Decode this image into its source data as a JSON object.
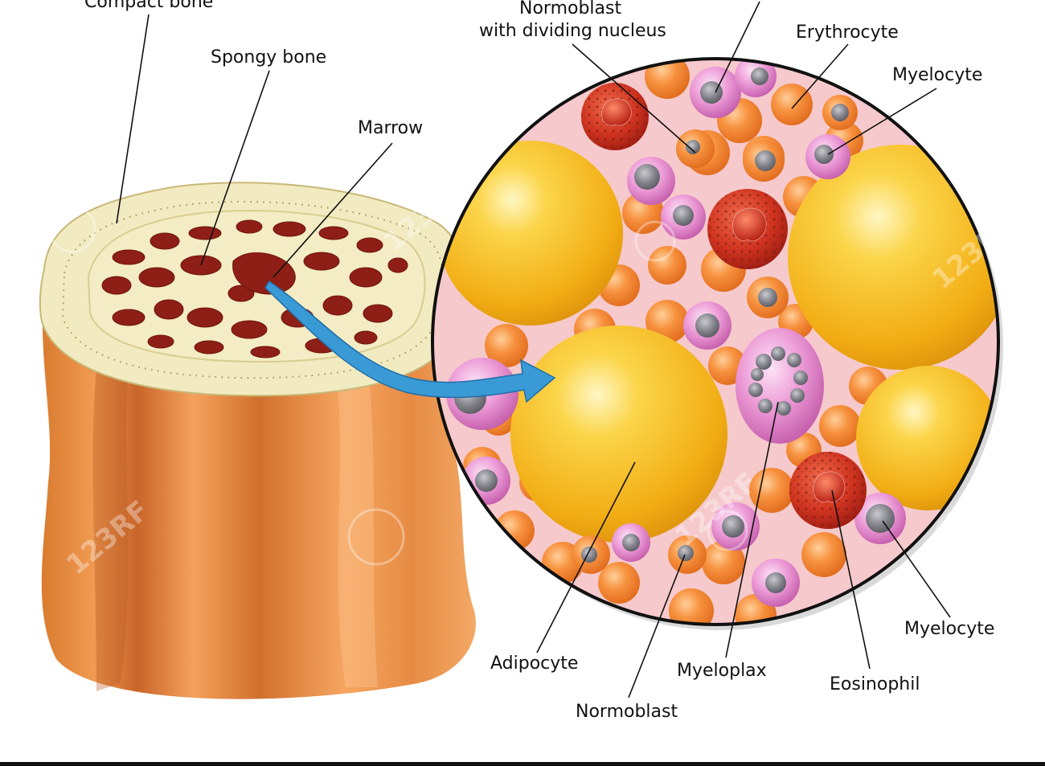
{
  "labels": {
    "compact_bone": "Compact bone",
    "spongy_bone": "Spongy bone",
    "marrow": "Marrow",
    "normoblast_dividing_line1": "Normoblast",
    "normoblast_dividing_line2": "with dividing nucleus",
    "erythrocyte": "Erythrocyte",
    "myelocyte_top": "Myelocyte",
    "myelocyte_bottom": "Myelocyte",
    "adipocyte": "Adipocyte",
    "myeloplax": "Myeloplax",
    "eosinophil": "Eosinophil",
    "normoblast": "Normoblast"
  },
  "watermark": "123RF",
  "colors": {
    "bone_outer": "#e8883e",
    "bone_top": "#efe7b8",
    "trabecula_hole": "#8e1f16",
    "zoom_background": "#f6c9cc",
    "adipocyte": "#f5b716",
    "erythrocyte": "#f48a33",
    "granulocyte": "#e88ad0",
    "nucleus": "#7d7d84",
    "eosinophil": "#c8221a",
    "arrow": "#3a9ad6"
  }
}
